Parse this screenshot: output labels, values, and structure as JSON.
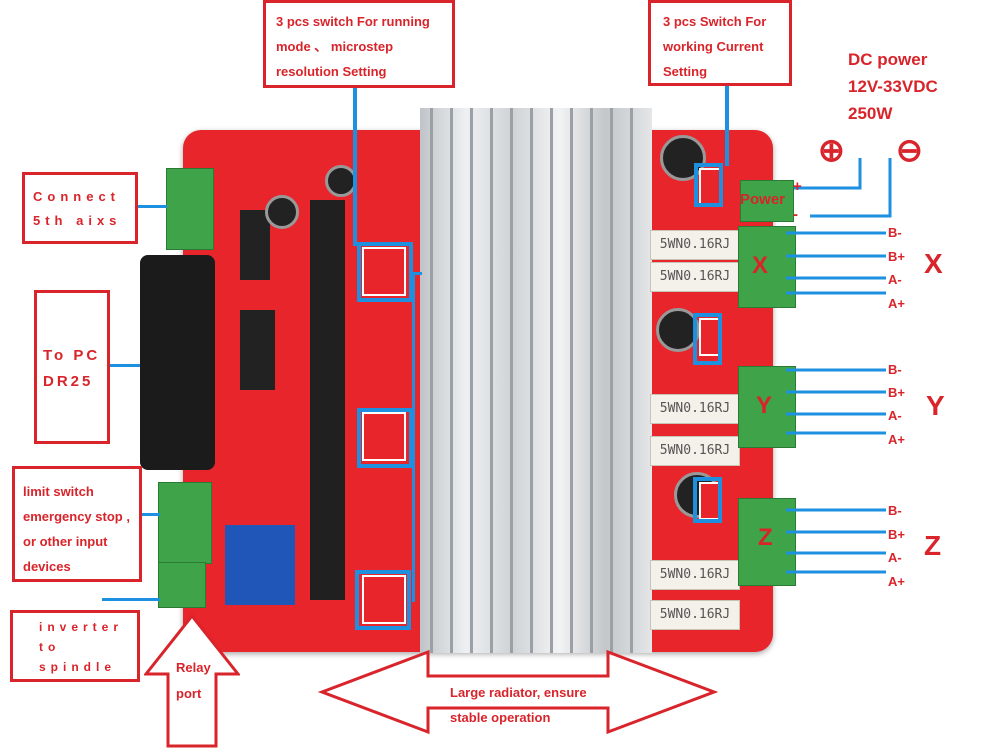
{
  "callouts": {
    "switch_mode": [
      "3 pcs switch For running",
      "mode 、 microstep",
      "resolution Setting"
    ],
    "switch_current": [
      "3 pcs Switch For",
      "working Current",
      "Setting"
    ],
    "dc_power": [
      "DC power",
      "12V-33VDC",
      "250W"
    ],
    "connect_5th": [
      "Connect",
      "5th aixs"
    ],
    "to_pc": [
      "To PC",
      "DR25"
    ],
    "limit_switch": [
      "limit switch",
      "emergency stop ,",
      "or other input",
      "devices"
    ],
    "inverter": [
      "inverter",
      "to",
      "spindle"
    ],
    "relay": [
      "Relay",
      "port"
    ],
    "radiator": [
      "Large radiator, ensure",
      "stable operation"
    ]
  },
  "power": {
    "label": "Power",
    "plus": "+",
    "minus": "-",
    "plus_symbol": "⊕",
    "minus_symbol": "⊖"
  },
  "axes": [
    {
      "name": "X",
      "pins": [
        "B-",
        "B+",
        "A-",
        "A+"
      ],
      "resistors": [
        "5WN0.16RJ",
        "5WN0.16RJ"
      ]
    },
    {
      "name": "Y",
      "pins": [
        "B-",
        "B+",
        "A-",
        "A+"
      ],
      "resistors": [
        "5WN0.16RJ",
        "5WN0.16RJ"
      ]
    },
    {
      "name": "Z",
      "pins": [
        "B-",
        "B+",
        "A-",
        "A+"
      ],
      "resistors": [
        "5WN0.16RJ",
        "5WN0.16RJ"
      ]
    }
  ],
  "colors": {
    "accent_red": "#d8242a",
    "wire_blue": "#1e90e0",
    "board_red": "#e8252b",
    "terminal_green": "#3fa34a"
  }
}
